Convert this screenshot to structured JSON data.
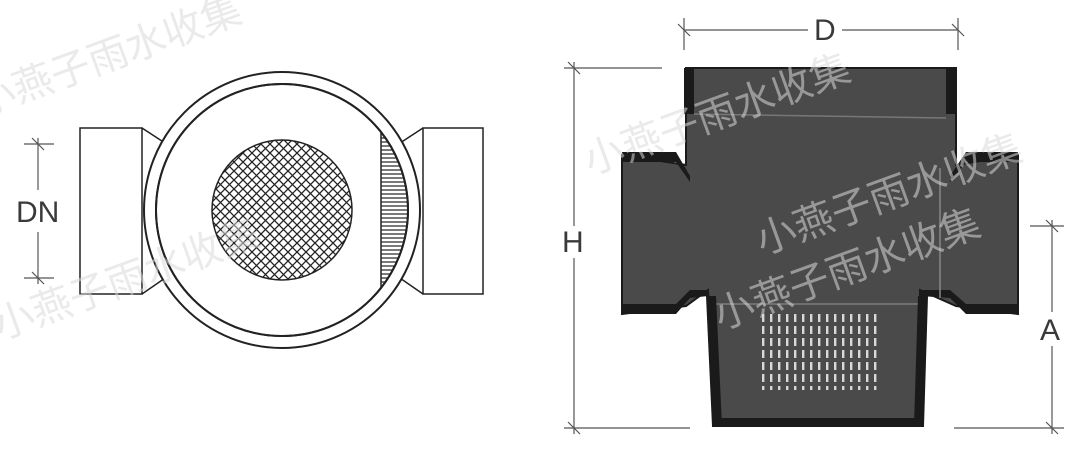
{
  "colors": {
    "body_dark": "#4a4a4a",
    "rim_black": "#1a1a1a",
    "outline": "#222222",
    "dimension": "#555555",
    "watermark": "#d9d9d9"
  },
  "top_view": {
    "dimension_label": "DN"
  },
  "side_view": {
    "width_label": "D",
    "height_label": "H",
    "outlet_height_label": "A"
  },
  "watermarks": {
    "text_1": "小燕子雨水收集",
    "text_2": "小燕子雨水收集",
    "text_3": "小燕子雨水收集",
    "text_4": "小燕子雨水收集",
    "text_5": "小燕子雨水收集"
  }
}
